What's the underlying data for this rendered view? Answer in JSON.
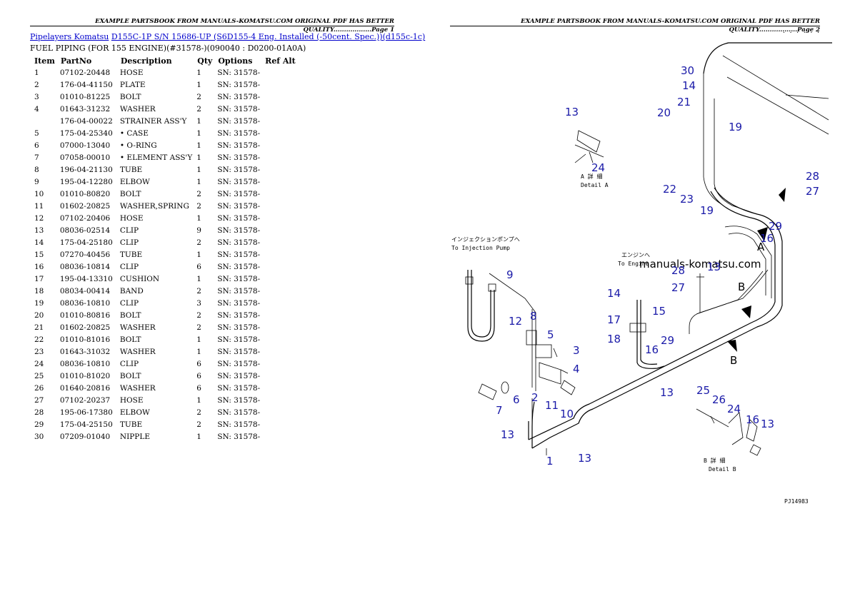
{
  "header": {
    "page1": "EXAMPLE PARTSBOOK FROM MANUALS-KOMATSU.COM ORIGINAL PDF HAS BETTER QUALITY..................Page 1",
    "page2": "EXAMPLE PARTSBOOK FROM MANUALS-KOMATSU.COM ORIGINAL PDF HAS BETTER QUALITY..................Page 2"
  },
  "breadcrumb": {
    "link1": "Pipelayers Komatsu",
    "link2": "D155C-1P S/N 15686-UP (S6D155-4 Eng. Installed (-50cent. Spec.))(d155c-1c)"
  },
  "subtitle": "FUEL PIPING (FOR 155 ENGINE)(#31578-)(090040 : D0200-01A0A)",
  "table": {
    "columns": [
      "Item",
      "PartNo",
      "Description",
      "Qty",
      "Options",
      "Ref Alt"
    ],
    "rows": [
      [
        "1",
        "07102-20448",
        "HOSE",
        "1",
        "SN: 31578-",
        ""
      ],
      [
        "2",
        "176-04-41150",
        "PLATE",
        "1",
        "SN: 31578-",
        ""
      ],
      [
        "3",
        "01010-81225",
        "BOLT",
        "2",
        "SN: 31578-",
        ""
      ],
      [
        "4",
        "01643-31232",
        "WASHER",
        "2",
        "SN: 31578-",
        ""
      ],
      [
        "",
        "176-04-00022",
        "STRAINER ASS'Y",
        "1",
        "SN: 31578-",
        ""
      ],
      [
        "5",
        "175-04-25340",
        "• CASE",
        "1",
        "SN: 31578-",
        ""
      ],
      [
        "6",
        "07000-13040",
        "• O-RING",
        "1",
        "SN: 31578-",
        ""
      ],
      [
        "7",
        "07058-00010",
        "• ELEMENT ASS'Y",
        "1",
        "SN: 31578-",
        ""
      ],
      [
        "8",
        "196-04-21130",
        "TUBE",
        "1",
        "SN: 31578-",
        ""
      ],
      [
        "9",
        "195-04-12280",
        "ELBOW",
        "1",
        "SN: 31578-",
        ""
      ],
      [
        "10",
        "01010-80820",
        "BOLT",
        "2",
        "SN: 31578-",
        ""
      ],
      [
        "11",
        "01602-20825",
        "WASHER,SPRING",
        "2",
        "SN: 31578-",
        ""
      ],
      [
        "12",
        "07102-20406",
        "HOSE",
        "1",
        "SN: 31578-",
        ""
      ],
      [
        "13",
        "08036-02514",
        "CLIP",
        "9",
        "SN: 31578-",
        ""
      ],
      [
        "14",
        "175-04-25180",
        "CLIP",
        "2",
        "SN: 31578-",
        ""
      ],
      [
        "15",
        "07270-40456",
        "TUBE",
        "1",
        "SN: 31578-",
        ""
      ],
      [
        "16",
        "08036-10814",
        "CLIP",
        "6",
        "SN: 31578-",
        ""
      ],
      [
        "17",
        "195-04-13310",
        "CUSHION",
        "1",
        "SN: 31578-",
        ""
      ],
      [
        "18",
        "08034-00414",
        "BAND",
        "2",
        "SN: 31578-",
        ""
      ],
      [
        "19",
        "08036-10810",
        "CLIP",
        "3",
        "SN: 31578-",
        ""
      ],
      [
        "20",
        "01010-80816",
        "BOLT",
        "2",
        "SN: 31578-",
        ""
      ],
      [
        "21",
        "01602-20825",
        "WASHER",
        "2",
        "SN: 31578-",
        ""
      ],
      [
        "22",
        "01010-81016",
        "BOLT",
        "1",
        "SN: 31578-",
        ""
      ],
      [
        "23",
        "01643-31032",
        "WASHER",
        "1",
        "SN: 31578-",
        ""
      ],
      [
        "24",
        "08036-10810",
        "CLIP",
        "6",
        "SN: 31578-",
        ""
      ],
      [
        "25",
        "01010-81020",
        "BOLT",
        "6",
        "SN: 31578-",
        ""
      ],
      [
        "26",
        "01640-20816",
        "WASHER",
        "6",
        "SN: 31578-",
        ""
      ],
      [
        "27",
        "07102-20237",
        "HOSE",
        "1",
        "SN: 31578-",
        ""
      ],
      [
        "28",
        "195-06-17380",
        "ELBOW",
        "2",
        "SN: 31578-",
        ""
      ],
      [
        "29",
        "175-04-25150",
        "TUBE",
        "2",
        "SN: 31578-",
        ""
      ],
      [
        "30",
        "07209-01040",
        "NIPPLE",
        "1",
        "SN: 31578-",
        ""
      ]
    ]
  },
  "diagram": {
    "watermark": "manuals-komatsu.com",
    "to_injection_jp": "インジェクションポンプへ",
    "to_injection_en": "To Injection Pump",
    "to_engine_jp": "エンジンへ",
    "to_engine_en": "To Engine",
    "detail_a_jp": "A 詳 細",
    "detail_a_en": "Detail A",
    "detail_b_jp": "B 詳 細",
    "detail_b_en": "Detail B",
    "letter_a": "A",
    "letter_b": "B",
    "figure_code": "PJ14983",
    "callouts": {
      "n30": "30",
      "n14a": "14",
      "n21": "21",
      "n20": "20",
      "n19a": "19",
      "n13a": "13",
      "n24a": "24",
      "n22": "22",
      "n23": "23",
      "n19b": "19",
      "n28a": "28",
      "n27a": "27",
      "n29a": "29",
      "n16a": "16",
      "n13b": "13",
      "n9": "9",
      "n12": "12",
      "n8": "8",
      "n5": "5",
      "n3": "3",
      "n4": "4",
      "n6": "6",
      "n7": "7",
      "n11": "11",
      "n10": "10",
      "n2": "2",
      "n13c": "13",
      "n1": "1",
      "n13d": "13",
      "n28b": "28",
      "n27b": "27",
      "n14b": "14",
      "n15": "15",
      "n17": "17",
      "n18": "18",
      "n16b": "16",
      "n29b": "29",
      "n13e": "13",
      "n25": "25",
      "n26": "26",
      "n24b": "24",
      "n16c": "16",
      "n13f": "13"
    }
  }
}
